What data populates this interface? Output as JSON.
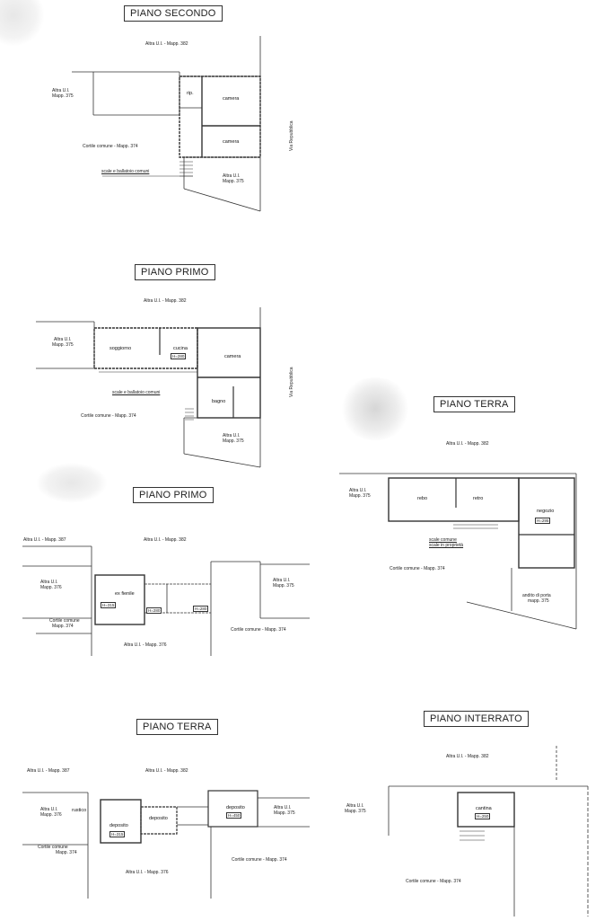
{
  "plans": {
    "secondo": {
      "title": "PIANO SECONDO",
      "top_label": "Altra U.I. - Mapp. 382",
      "left_label_1": "Altra U.I.",
      "left_label_2": "Mapp. 375",
      "court": "Cortile comune - Mapp. 374",
      "stairs": "scale e ballatoio comuni",
      "bottom_label_1": "Altra U.I.",
      "bottom_label_2": "Mapp. 375",
      "street": "Via Repubblica",
      "room_rip": "rip.",
      "room_camera1": "camera",
      "room_camera2": "camera"
    },
    "primo_a": {
      "title": "PIANO PRIMO",
      "top_label": "Altra U.I. - Mapp. 382",
      "left_label_1": "Altra U.I.",
      "left_label_2": "Mapp. 375",
      "court": "Cortile comune - Mapp. 374",
      "stairs": "scale e ballatoio comuni",
      "bottom_label_1": "Altra U.I.",
      "bottom_label_2": "Mapp. 375",
      "street": "Via Repubblica",
      "room_soggiorno": "soggiorno",
      "room_cucina": "cucina",
      "room_camera": "camera",
      "room_bagno": "bagno",
      "height_cucina": "H=280"
    },
    "terra_a": {
      "title": "PIANO TERRA",
      "top_label": "Altra U.I. - Mapp. 382",
      "left_label_1": "Altra U.I.",
      "left_label_2": "Mapp. 375",
      "court": "Cortile comune - Mapp. 374",
      "stairs_1": "scale comune",
      "stairs_2": "scale in proprietà",
      "room_rebo": "rebo",
      "room_retro": "retro",
      "room_negozio": "negozio",
      "height_negozio": "H=295",
      "passage_1": "andito di porta",
      "passage_2": "mapp. 375"
    },
    "primo_b": {
      "title": "PIANO PRIMO",
      "top_left_label": "Altra U.I. - Mapp. 387",
      "top_label": "Altra U.I. - Mapp. 382",
      "left_label_1": "Altra U.I.",
      "left_label_2": "Mapp. 376",
      "court_left_1": "Cortile comune",
      "court_left_2": "Mapp. 374",
      "right_label_1": "Altra U.I.",
      "right_label_2": "Mapp. 375",
      "court_right": "Cortile comune - Mapp. 374",
      "bottom_label": "Altra U.I. - Mapp. 376",
      "room_exfienile": "ex fienile",
      "height_1": "H=315",
      "height_2": "H=280",
      "height_3": "H=280"
    },
    "terra_b": {
      "title": "PIANO TERRA",
      "top_left_label": "Altra U.I. - Mapp. 387",
      "top_label": "Altra U.I. - Mapp. 382",
      "left_label_1": "Altra U.I.",
      "left_label_2": "Mapp. 376",
      "court_left_1": "Cortile comune",
      "court_left_2": "Mapp. 374",
      "right_label_1": "Altra U.I.",
      "right_label_2": "Mapp. 375",
      "court_right": "Cortile comune - Mapp. 374",
      "bottom_label": "Altra U.I. - Mapp. 376",
      "room_rustico": "rustico",
      "room_deposito1": "deposito",
      "room_deposito2": "deposito",
      "room_deposito3": "deposito",
      "height_1": "H=315",
      "height_2": "H=450"
    },
    "interrato": {
      "title": "PIANO INTERRATO",
      "top_label": "Altra U.I. - Mapp. 382",
      "left_label_1": "Altra U.I.",
      "left_label_2": "Mapp. 375",
      "court": "Cortile comune - Mapp. 374",
      "room_cantina": "cantina",
      "height_cantina": "H=250"
    }
  }
}
